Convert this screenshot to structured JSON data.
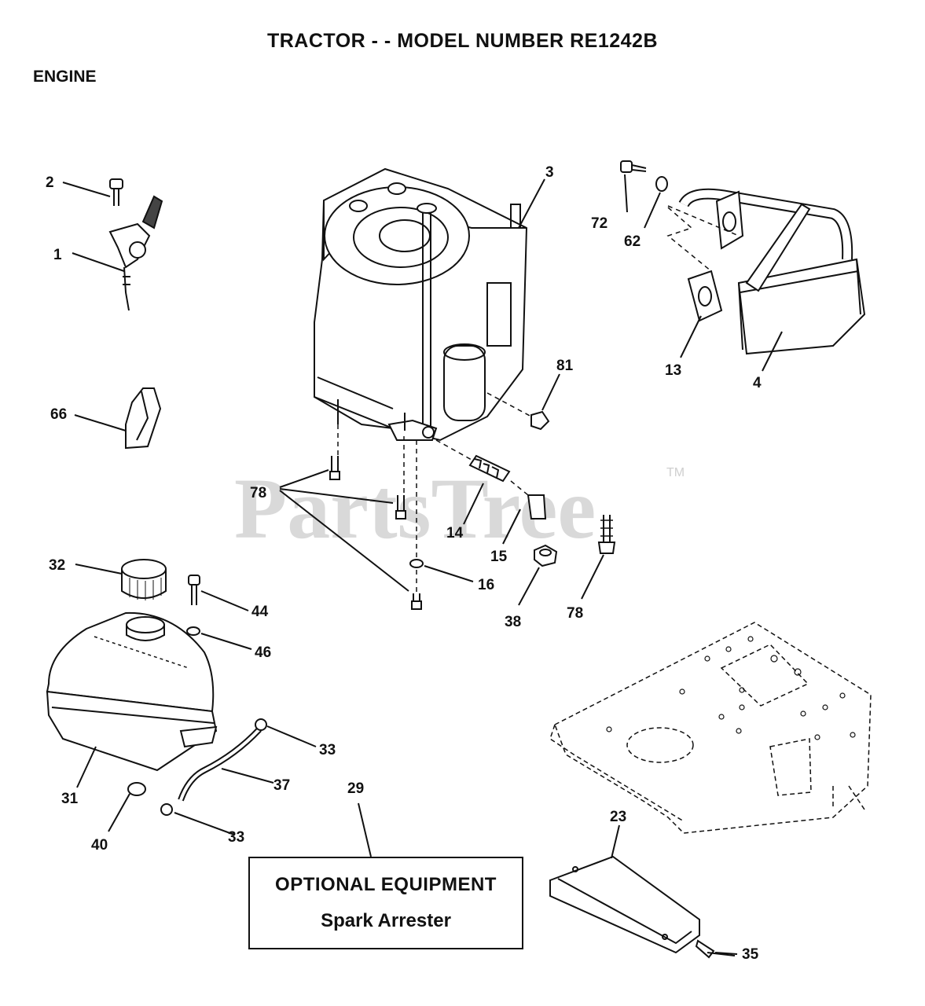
{
  "header": {
    "title": "TRACTOR - - MODEL NUMBER RE1242B",
    "section": "ENGINE"
  },
  "watermark": {
    "text": "PartsTree",
    "trademark": "TM"
  },
  "optional_box": {
    "line1": "OPTIONAL EQUIPMENT",
    "line2": "Spark Arrester"
  },
  "callouts": {
    "c1": "1",
    "c2": "2",
    "c3": "3",
    "c4": "4",
    "c13": "13",
    "c14": "14",
    "c15": "15",
    "c16": "16",
    "c23": "23",
    "c29": "29",
    "c31": "31",
    "c32": "32",
    "c33a": "33",
    "c33b": "33",
    "c35": "35",
    "c37": "37",
    "c38": "38",
    "c40": "40",
    "c44": "44",
    "c46": "46",
    "c62": "62",
    "c66": "66",
    "c72": "72",
    "c78a": "78",
    "c78b": "78",
    "c81": "81"
  },
  "colors": {
    "line": "#111111",
    "watermark": "#d9d9d9",
    "background": "#ffffff"
  }
}
